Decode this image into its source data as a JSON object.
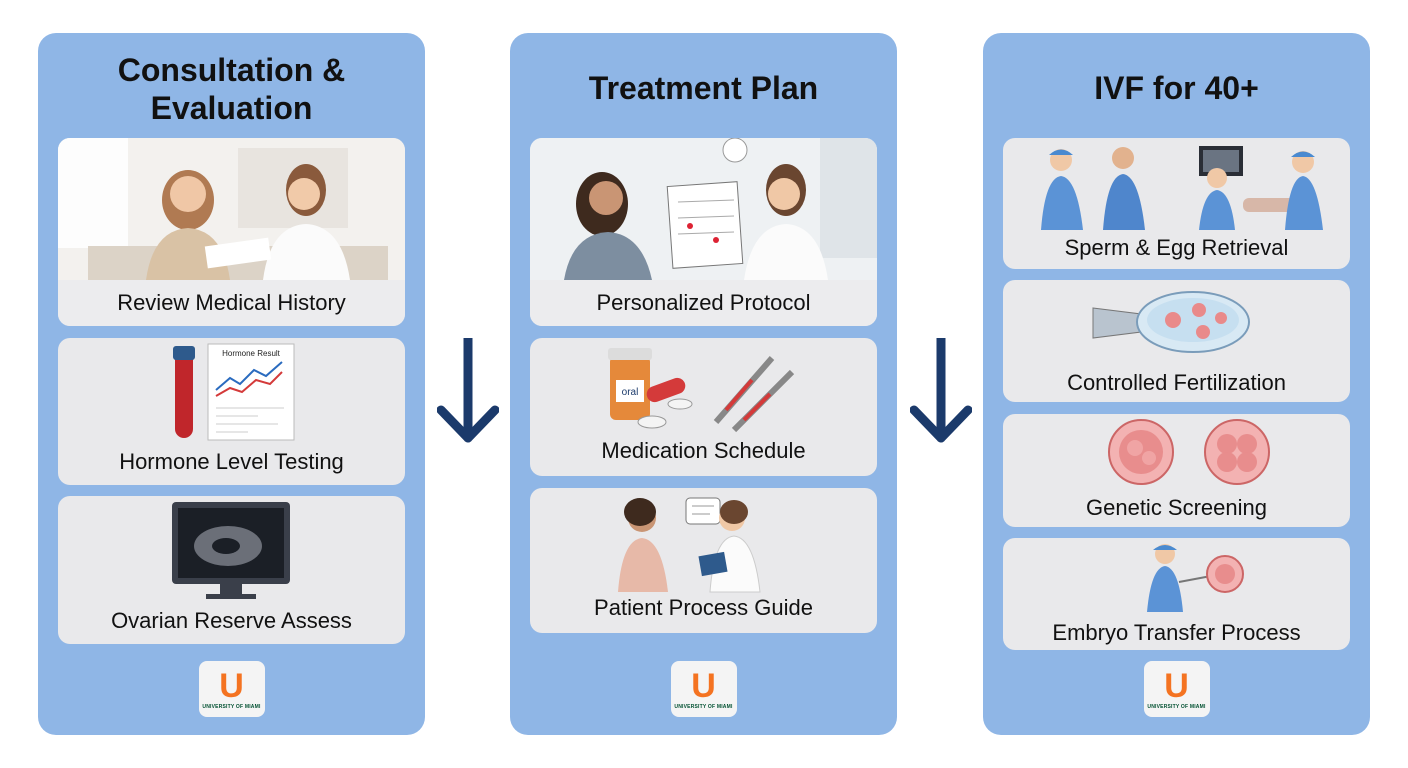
{
  "columns": [
    {
      "title": "Consultation & Evaluation",
      "cards": [
        {
          "label": "Review Medical History"
        },
        {
          "label": "Hormone Level Testing",
          "chart_label": "Hormone Result"
        },
        {
          "label": "Ovarian Reserve Assess"
        }
      ]
    },
    {
      "title": "Treatment Plan",
      "cards": [
        {
          "label": "Personalized Protocol"
        },
        {
          "label": "Medication Schedule",
          "pill_label": "oral"
        },
        {
          "label": "Patient Process Guide"
        }
      ]
    },
    {
      "title": "IVF for 40+",
      "cards": [
        {
          "label": "Sperm & Egg Retrieval"
        },
        {
          "label": "Controlled Fertilization"
        },
        {
          "label": "Genetic Screening"
        },
        {
          "label": "Embryo Transfer Process"
        }
      ]
    }
  ],
  "logo": {
    "text": "UNIVERSITY OF MIAMI"
  },
  "colors": {
    "panel": "#8fb6e6",
    "card": "#e9e9eb",
    "arrow": "#1b3a6b",
    "logo_orange": "#f47321",
    "logo_green": "#005030"
  }
}
